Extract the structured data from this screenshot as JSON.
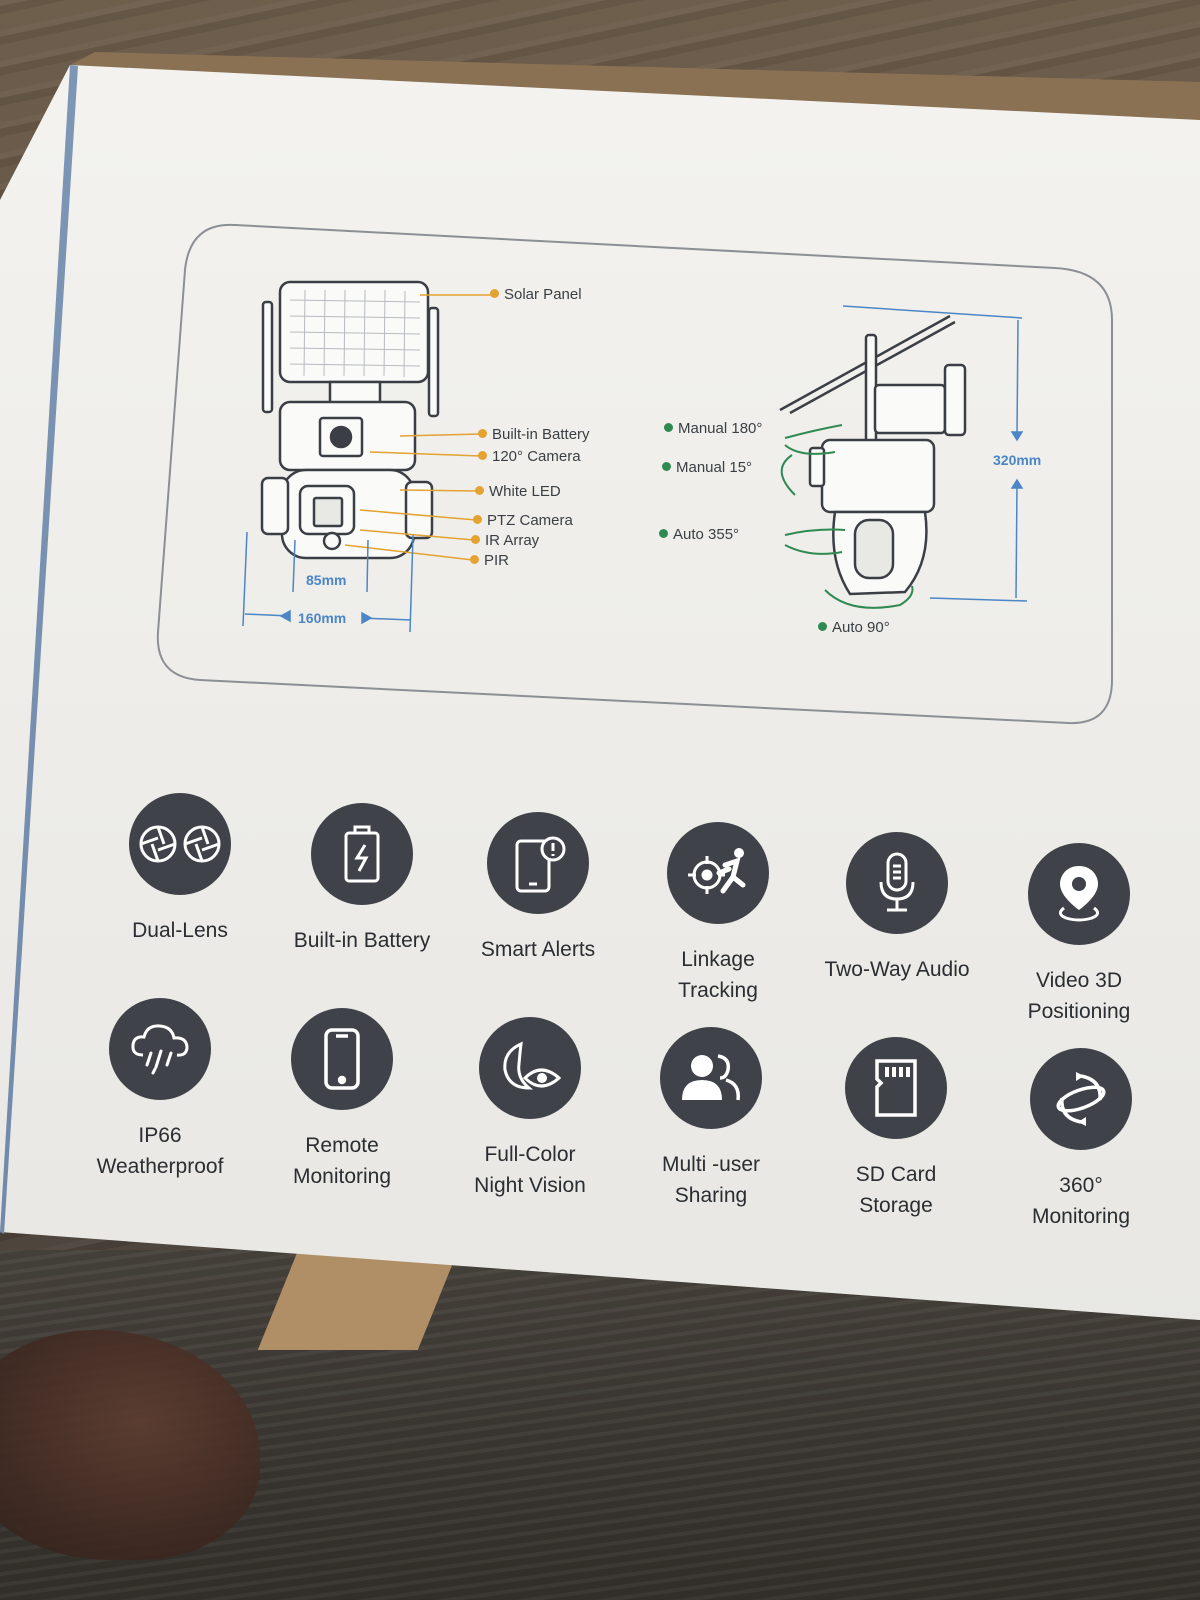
{
  "diagram": {
    "front_labels": [
      "Solar Panel",
      "Built-in Battery",
      "120° Camera",
      "White LED",
      "PTZ Camera",
      "IR Array",
      "PIR"
    ],
    "dimensions": {
      "inner_width": "85mm",
      "outer_width": "160mm",
      "height": "320mm"
    },
    "side_labels": [
      "Manual 180°",
      "Manual 15°",
      "Auto 355°",
      "Auto 90°"
    ],
    "label_dot_colors": {
      "front": "#e3a232",
      "side": "#2f8a52"
    },
    "dimension_color": "#4b86c7"
  },
  "features": [
    {
      "label": "Dual-Lens",
      "icon": "dual-lens-icon"
    },
    {
      "label": "Built-in Battery",
      "icon": "battery-icon"
    },
    {
      "label": "Smart Alerts",
      "icon": "phone-alert-icon"
    },
    {
      "label": "Linkage\nTracking",
      "icon": "target-runner-icon"
    },
    {
      "label": "Two-Way Audio",
      "icon": "microphone-icon"
    },
    {
      "label": "Video 3D\nPositioning",
      "icon": "location-pin-icon"
    },
    {
      "label": "IP66\nWeatherproof",
      "icon": "rain-cloud-icon"
    },
    {
      "label": "Remote\nMonitoring",
      "icon": "smartphone-icon"
    },
    {
      "label": "Full-Color\nNight Vision",
      "icon": "moon-eye-icon"
    },
    {
      "label": "Multi -user\nSharing",
      "icon": "users-icon"
    },
    {
      "label": "SD Card\nStorage",
      "icon": "sd-card-icon"
    },
    {
      "label": "360°\nMonitoring",
      "icon": "rotate-360-icon"
    }
  ]
}
